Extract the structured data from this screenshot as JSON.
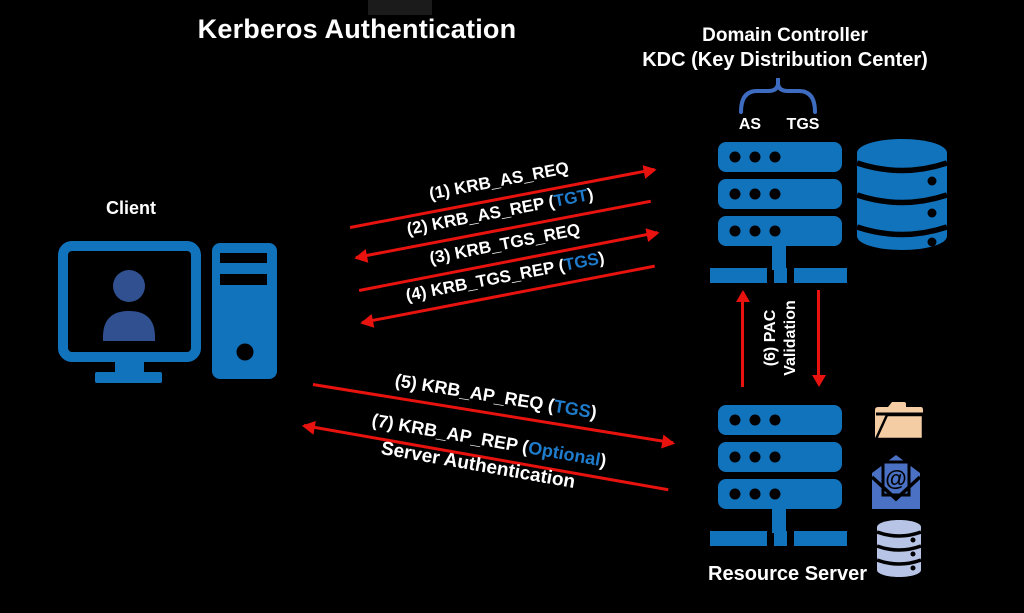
{
  "colors": {
    "bg": "#000000",
    "text": "#ffffff",
    "accent-blue": "#1273bd",
    "person-navy": "#30508f",
    "arrow-red": "#e8120e",
    "highlight-blue": "#1f7ccc",
    "folder-tan": "#f4cda5",
    "envelope-blue": "#4a71c4",
    "db-periwinkle": "#b7c4e6",
    "brace-blue": "#3e6cc0",
    "artifact-gray": "#1b1b1b"
  },
  "header": {
    "title": "Kerberos Authentication"
  },
  "client": {
    "label": "Client"
  },
  "kdc": {
    "line1": "Domain Controller",
    "line2": "KDC (Key Distribution Center)",
    "as_label": "AS",
    "tgs_label": "TGS"
  },
  "resource": {
    "label": "Resource Server"
  },
  "flows": {
    "m1": {
      "pre": "(1) KRB_AS_REQ",
      "hl": "",
      "post": ""
    },
    "m2": {
      "pre": "(2) KRB_AS_REP (",
      "hl": "TGT",
      "post": ")"
    },
    "m3": {
      "pre": "(3) KRB_TGS_REQ",
      "hl": "",
      "post": ""
    },
    "m4": {
      "pre": "(4) KRB_TGS_REP (",
      "hl": "TGS",
      "post": ")"
    },
    "m5": {
      "pre": "(5) KRB_AP_REQ (",
      "hl": "TGS",
      "post": ")"
    },
    "m7": {
      "pre": "(7) KRB_AP_REP (",
      "hl": "Optional",
      "post": ")"
    },
    "server_auth": "Server Authentication"
  },
  "pac": {
    "line1": "(6) PAC",
    "line2": "Validation"
  },
  "icons": {
    "email_glyph": "@"
  }
}
